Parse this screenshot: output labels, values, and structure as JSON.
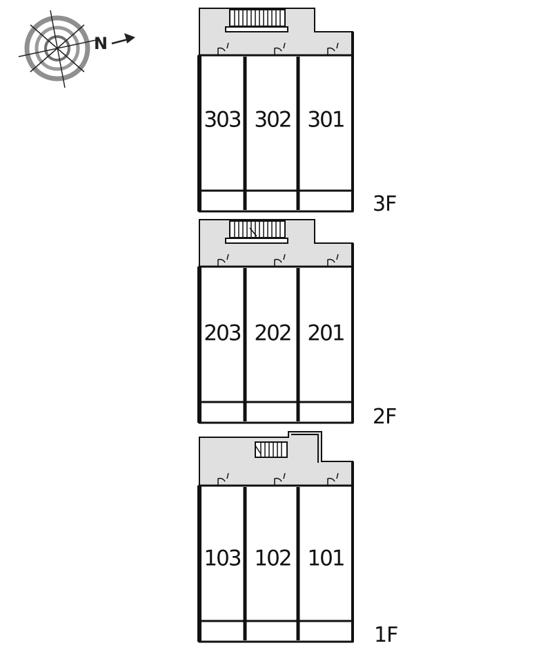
{
  "compass": {
    "north_label": "N"
  },
  "floors": [
    {
      "label": "3F",
      "units": [
        "303",
        "302",
        "301"
      ]
    },
    {
      "label": "2F",
      "units": [
        "203",
        "202",
        "201"
      ]
    },
    {
      "label": "1F",
      "units": [
        "103",
        "102",
        "101"
      ]
    }
  ],
  "colors": {
    "corridor_fill": "#e0e0e0",
    "line": "#111111",
    "compass_ring": "#8a8a8a"
  }
}
